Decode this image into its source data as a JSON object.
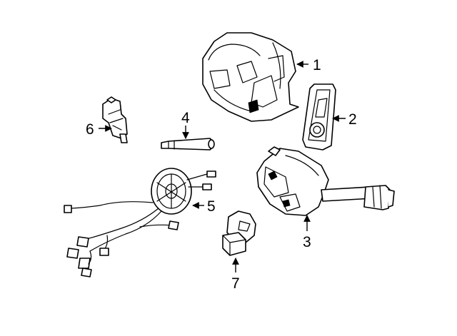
{
  "callouts": [
    {
      "number": "1"
    },
    {
      "number": "2"
    },
    {
      "number": "3"
    },
    {
      "number": "4"
    },
    {
      "number": "5"
    },
    {
      "number": "6"
    },
    {
      "number": "7"
    }
  ],
  "colors": {
    "line": "#000000",
    "background": "#ffffff"
  }
}
